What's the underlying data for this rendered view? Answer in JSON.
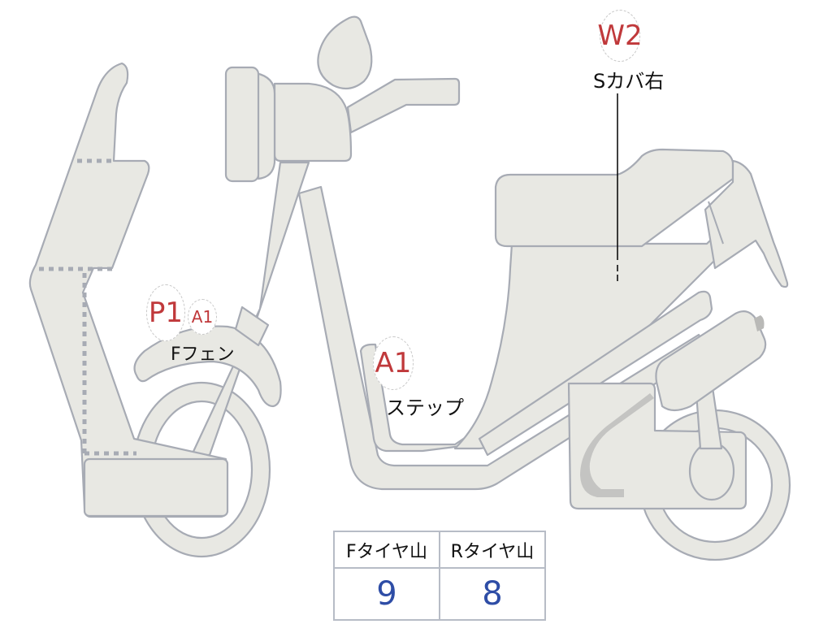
{
  "diagram": {
    "subject": "scooter",
    "colors": {
      "part_fill": "#e8e8e3",
      "part_stroke": "#a7abb4",
      "marker_text": "#c0393b",
      "value_text": "#2e4da6"
    }
  },
  "markers": [
    {
      "id": "w2",
      "code": "W2",
      "part_label": "Sカバ右"
    },
    {
      "id": "p1",
      "code": "P1",
      "part_label": "Fフェン"
    },
    {
      "id": "a1-fender",
      "code": "A1",
      "part_label": "Fフェン"
    },
    {
      "id": "a1-step",
      "code": "A1",
      "part_label": "ステップ"
    }
  ],
  "labels": {
    "side_cover_right": "Sカバ右",
    "front_fender": "Fフェン",
    "step": "ステップ"
  },
  "tire_table": {
    "headers": [
      "Fタイヤ山",
      "Rタイヤ山"
    ],
    "values": [
      "9",
      "8"
    ]
  }
}
